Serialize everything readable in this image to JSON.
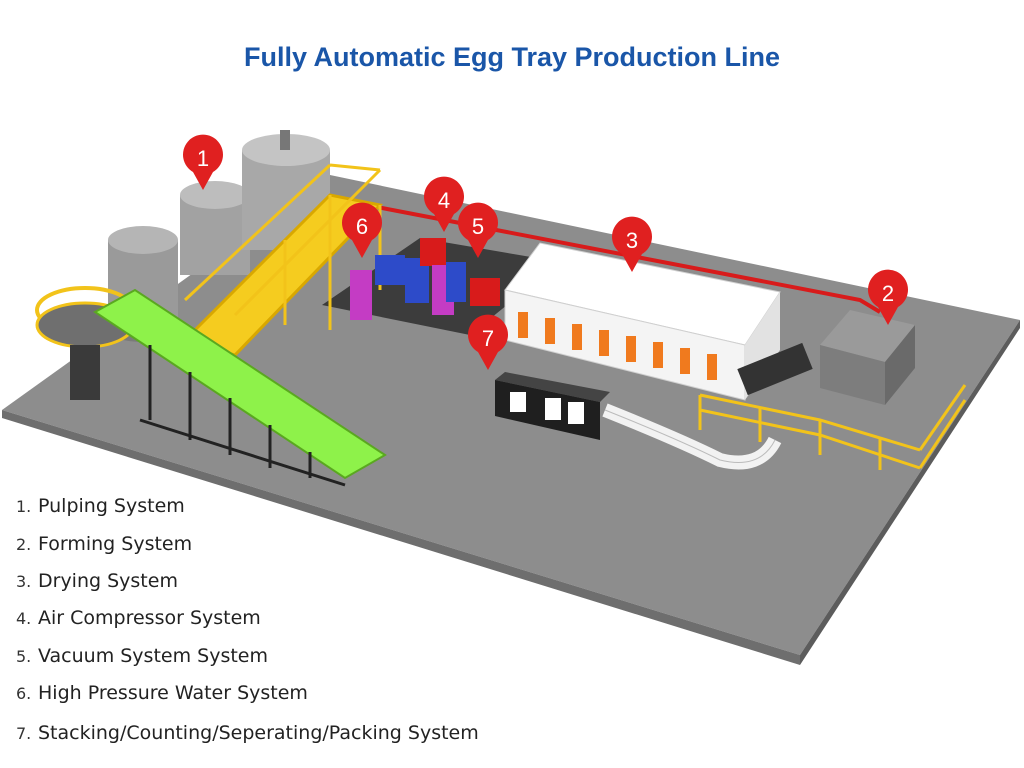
{
  "title": "Fully Automatic Egg Tray Production Line",
  "markers": [
    "1",
    "2",
    "3",
    "4",
    "5",
    "6",
    "7"
  ],
  "legend": [
    {
      "num": "1.",
      "label": "Pulping System"
    },
    {
      "num": "2.",
      "label": "Forming System"
    },
    {
      "num": "3.",
      "label": "Drying System"
    },
    {
      "num": "4.",
      "label": "Air Compressor System"
    },
    {
      "num": "5.",
      "label": "Vacuum System  System"
    },
    {
      "num": "6.",
      "label": "High Pressure Water System"
    },
    {
      "num": "7.",
      "label": "Stacking/Counting/Seperating/Packing System"
    }
  ],
  "colors": {
    "title": "#1a56a8",
    "marker": "#e02020",
    "floor": "#8c8c8c",
    "rail": "#f2c31a",
    "conveyor": "#8ef24a",
    "dryer_window": "#f07a1e",
    "pipe": "#e01a1a"
  }
}
